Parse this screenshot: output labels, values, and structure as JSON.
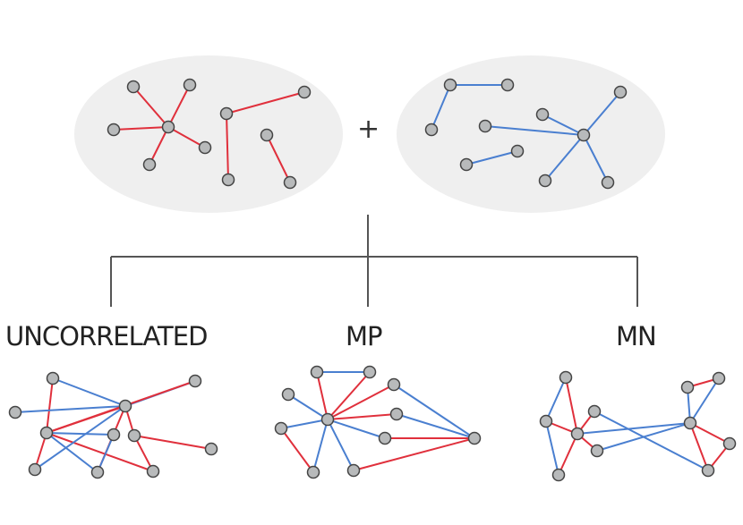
{
  "colors": {
    "red_edge": "#e0303c",
    "blue_edge": "#4a7fd0",
    "node_fill": "#b8babb",
    "node_stroke": "#444444",
    "ellipse_fill": "#efefef",
    "tree_line": "#555555"
  },
  "operator": "+",
  "labels": {
    "uncorrelated": "UNCORRELATED",
    "mp": "MP",
    "mn": "MN"
  }
}
